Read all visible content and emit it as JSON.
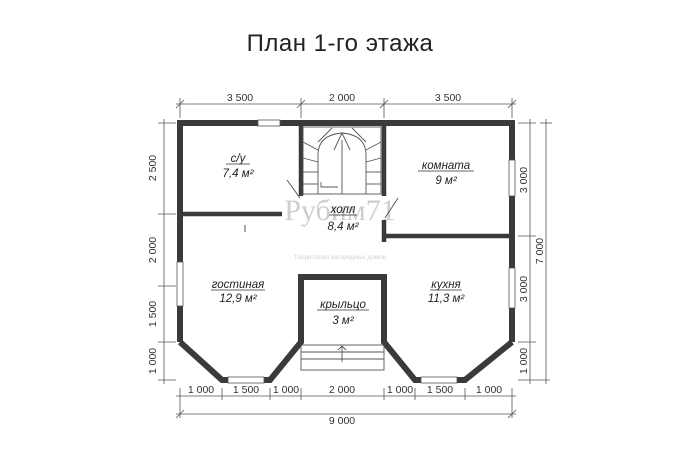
{
  "title": "План 1-го этажа",
  "watermark": {
    "brand": "Рубим71",
    "tagline": "Территория загородных домов"
  },
  "dimensions": {
    "top": [
      "3 500",
      "2 000",
      "3 500"
    ],
    "bottom": [
      "1 000",
      "1 500",
      "1 000",
      "2 000",
      "1 000",
      "1 500",
      "1 000"
    ],
    "bottom_total": "9 000",
    "left": [
      "2 500",
      "2 000",
      "1 500",
      "1 000"
    ],
    "right": [
      "3 000",
      "3 000",
      "1 000"
    ],
    "right_total": "7 000"
  },
  "rooms": [
    {
      "name": "с/у",
      "area": "7,4 м²"
    },
    {
      "name": "комната",
      "area": "9 м²"
    },
    {
      "name": "холл",
      "area": "8,4 м²"
    },
    {
      "name": "гостиная",
      "area": "12,9 м²"
    },
    {
      "name": "крыльцо",
      "area": "3 м²"
    },
    {
      "name": "кухня",
      "area": "11,3 м²"
    }
  ],
  "colors": {
    "wall": "#3a3a3a",
    "line": "#555555"
  }
}
